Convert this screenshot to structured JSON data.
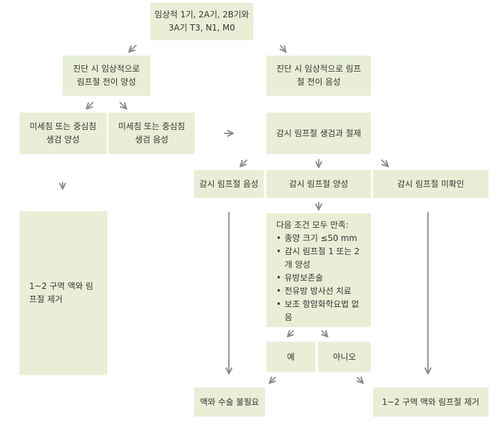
{
  "nodes": {
    "start": [
      "임상적 1기, 2A기, 2B기와",
      "3A기 T3, N1, M0"
    ],
    "clin_positive": [
      "진단 시 임상적으로",
      "림프절 전이 양성"
    ],
    "clin_negative": [
      "진단 시 임상적으로 림프",
      "절 전이 음성"
    ],
    "biopsy_positive": [
      "미세침 또는 중심침",
      "생검 양성"
    ],
    "biopsy_negative": [
      "미세침 또는 중심침",
      "생검 음성"
    ],
    "sentinel_biopsy": "감시 림프절 생검과 절제",
    "sentinel_negative": "감시 림프절 음성",
    "sentinel_positive": "감시 림프절 양성",
    "sentinel_unidentified": "감시 림프절 미확인",
    "dissection_left": "1~2 구역 액와 림프절 제거",
    "conditions": {
      "title": "다음 조건 모두 만족:",
      "items": [
        "종양 크기 ≤50 mm",
        "감시 림프절 1 또는 2 개 양성",
        "유방보존술",
        "전유방 방사선 치료",
        "보조 항암화학요법 없음"
      ]
    },
    "yes": "예",
    "no": "아니오",
    "no_surgery": "액와 수술 불필요",
    "dissection_right": "1~2 구역 액와 림프절 제거"
  },
  "colors": {
    "box_fill": "#e8efd6",
    "arrow": "#8a8a8a",
    "text": "#333333"
  }
}
